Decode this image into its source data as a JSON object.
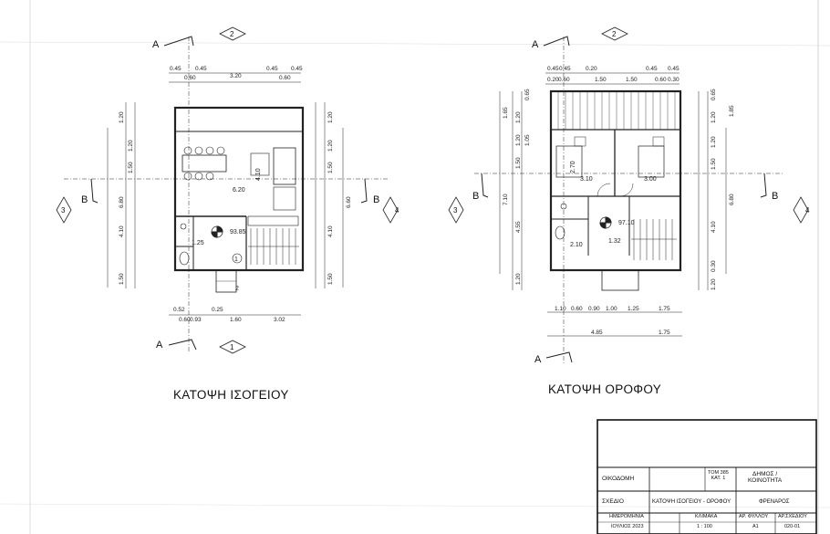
{
  "plans": {
    "ground": {
      "caption": "ΚΑΤΟΨΗ ΙΣΟΓΕΙΟΥ",
      "section_a": "A",
      "section_b": "B",
      "view_top": "2",
      "view_left": "3",
      "view_right": "4",
      "view_bottom": "1",
      "top_dims": [
        "0.45",
        "0.60",
        "0.45",
        "3.20",
        "0.45",
        "0.60",
        "0.45"
      ],
      "left_dims": [
        "1.20",
        "1.20",
        "1.50",
        "6.80",
        "4.10",
        "1.50"
      ],
      "right_dims": [
        "1.20",
        "1.20",
        "1.50",
        "6.60",
        "4.10",
        "1.50"
      ],
      "bottom_dims": [
        "0.52",
        "0.60",
        "0.93",
        "0.25",
        "1.60",
        "3.02"
      ],
      "interior_labels": [
        "6.20",
        "4.10",
        "1.25",
        "93.85",
        "1",
        "2"
      ]
    },
    "upper": {
      "caption": "ΚΑΤΟΨΗ ΟΡΟΦΟΥ",
      "section_a": "A",
      "section_b": "B",
      "view_top": "2",
      "view_left": "3",
      "view_right": "4",
      "top_dims": [
        "0.45",
        "0.45",
        "0.20",
        "0.45",
        "0.45",
        "0.20",
        "0.60",
        "1.50",
        "1.50",
        "0.60",
        "0.30"
      ],
      "left_dims": [
        "1.65",
        "1.20",
        "0.65",
        "1.05",
        "1.20",
        "1.50",
        "7.10",
        "4.55",
        "1.20"
      ],
      "right_dims": [
        "1.85",
        "1.20",
        "0.65",
        "1.20",
        "1.50",
        "6.80",
        "4.10",
        "0.30",
        "1.20"
      ],
      "bottom_dims_1": [
        "1.10",
        "0.60",
        "0.90",
        "1.00",
        "1.25",
        "1.75"
      ],
      "bottom_dims_2": [
        "4.85",
        "1.75"
      ],
      "interior_labels": [
        "3.10",
        "3.00",
        "2.70",
        "97.10",
        "2.10",
        "1.32"
      ]
    }
  },
  "title_block": {
    "building_label": "ΟΙΚΟΔΟΜΗ",
    "drawing_label": "ΣΧΕΔΙΟ",
    "drawing_value": "ΚΑΤΟΨΗ ΙΣΟΓΕΙΟΥ - ΟΡΟΦΟΥ",
    "tom_line1": "ΤΟΜ 385",
    "tom_line2": "ΚΑΤ. 1",
    "municipality_label1": "ΔΗΜΟΣ /",
    "municipality_label2": "ΚΟΙΝΟΤΗΤΑ",
    "municipality_value": "ΦΡΕΝΑΡΟΣ",
    "date_label": "ΗΜΕΡΟΜΗΝΙΑ",
    "date_value": "ΙΟΥΛΙΟΣ 2023",
    "scale_label": "ΚΛΙΜΑΚΑ",
    "scale_value": "1 : 100",
    "sheet_no_label": "ΑΡ. ΦΥΛΛΟΥ",
    "sheet_no_value": "Α1",
    "drawing_no_label": "ΑΡ.ΣΧΕΔΙΟΥ",
    "drawing_no_value": "020-01"
  }
}
